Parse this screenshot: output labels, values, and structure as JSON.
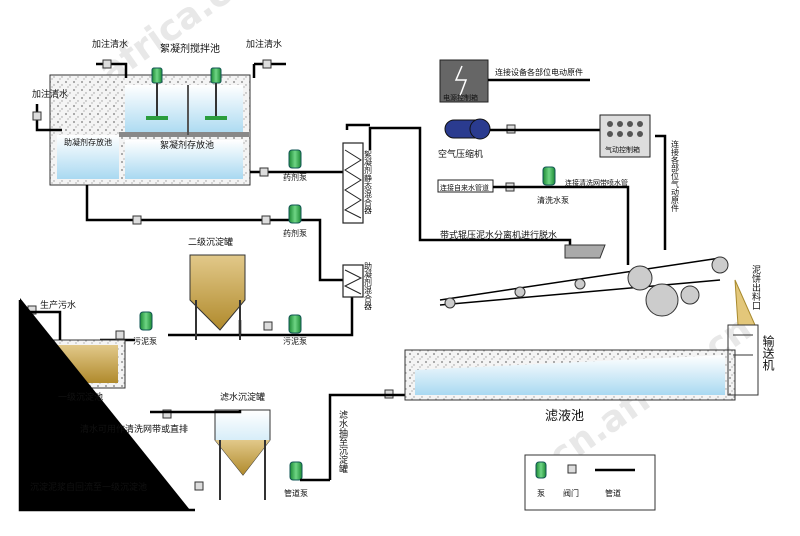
{
  "watermark": "cn.africa.cn",
  "labels": {
    "add_water_1": "加注清水",
    "add_water_2": "加注清水",
    "add_water_3": "加注清水",
    "flocculant_mix_tank": "絮凝剂搅拌池",
    "coagulant_tank": "助凝剂存放池",
    "flocculant_store_tank": "絮凝剂存放池",
    "dosing_pump_1": "药剂泵",
    "dosing_pump_2": "药剂泵",
    "static_mixer_1": "絮凝剂静态混合器",
    "static_mixer_2": "助凝剂混合器",
    "secondary_tank": "二级沉淀罐",
    "production_wastewater": "生产污水",
    "sludge_pump_1": "污泥泵",
    "sludge_pump_2": "污泥泵",
    "primary_tank": "一级沉淀池",
    "filtrate_settling_tank": "滤水沉淀罐",
    "clean_water_note": "清水可用作清洗网带或直排",
    "sludge_return_note": "沉淀泥浆自回流至一级沉淀池",
    "pipeline_pump": "管道泵",
    "filtrate_pumped": "滤水抽至沉淀罐",
    "filtrate_pool": "滤液池",
    "power_box": "电源控制箱",
    "power_box_note": "连接设备各部位电动原件",
    "air_compressor": "空气压缩机",
    "pneumatic_box": "气动控制箱",
    "pneumatic_note": "连接各部位气动原件",
    "tap_water": "连接自来水管道",
    "clean_pump": "清洗水泵",
    "spray_note": "连接清洗网带喷水管",
    "belt_press_note": "带式辊压泥水分离机进行脱水",
    "cake_outlet": "泥饼出料口",
    "conveyor": "输送机"
  },
  "legend": {
    "pump": "泵",
    "valve": "阀门",
    "pipe": "管道"
  },
  "colors": {
    "clean_water": "#cfeaf7",
    "sludge": "#c9a64a",
    "pump_green": "#2fae4a",
    "pipe": "#000000"
  }
}
